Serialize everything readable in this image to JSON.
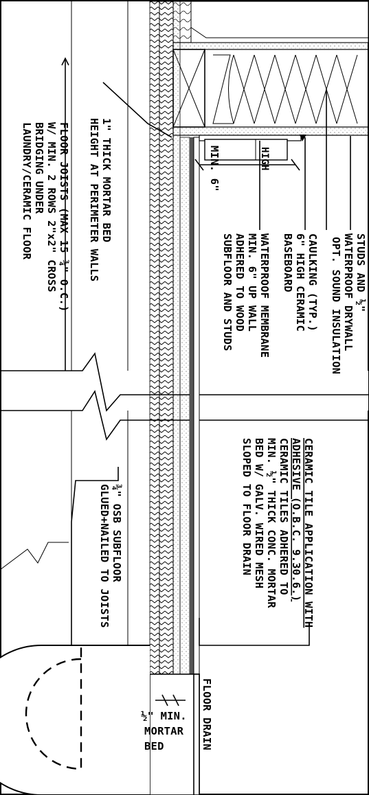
{
  "labels": {
    "studs_drywall": [
      "STUDS AND ½\"",
      "WATERPROOF DRYWALL"
    ],
    "sound_insulation": "OPT. SOUND INSULATION",
    "caulking": "CAULKING (TYP.)",
    "baseboard": [
      "6\" HIGH CERAMIC",
      "BASEBOARD"
    ],
    "membrane": [
      "WATERPROOF MEMBRANE",
      "MIN. 6\" UP WALL",
      "ADHERED TO WOOD",
      "SUBFLOOR AND STUDS"
    ],
    "mortar_bed_perimeter": [
      "1\" THICK MORTAR BED",
      "HEIGHT AT PERIMETER WALLS"
    ],
    "floor_joists": [
      "FLOOR JOISTS (MAX 15 ¾\" O.C.)",
      "W/ MIN. 2 ROWS 2\"x2\" CROSS",
      "BRIDGING UNDER",
      "LAUNDRY/CERAMIC FLOOR"
    ],
    "ceramic_tile": [
      "CERAMIC TILE APPLICATION WITH",
      "ADHESIVE (O.B.C. 9.30.6.)",
      "CERAMIC TILES ADHERED TO",
      "MIN. ½\" THICK CONC. MORTAR",
      "BED W/ GALV. WIRED MESH",
      "SLOPED TO FLOOR DRAIN"
    ],
    "osb_subfloor": [
      "¾\" OSB SUBFLOOR",
      "GLUED+NAILED TO JOISTS"
    ],
    "floor_drain": "FLOOR DRAIN",
    "min_mortar_bed": [
      "½\" MIN.",
      "MORTAR",
      "BED"
    ],
    "min_6_high": "MIN. 6\"",
    "high": "HIGH"
  }
}
